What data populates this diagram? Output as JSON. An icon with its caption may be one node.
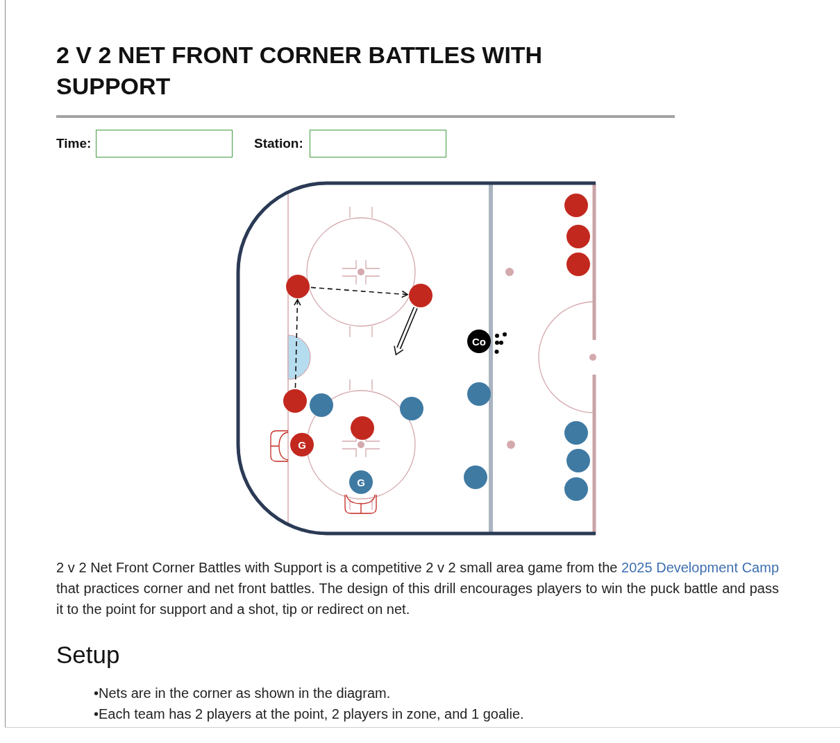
{
  "diagram": {
    "title": "2 V 2 NET FRONT CORNER BATTLES WITH SUPPORT",
    "nodes": [
      {
        "text": [],
        "shape": "circle"
      },
      {
        "text": [],
        "shape": "circle"
      },
      {
        "text": [],
        "shape": "circle"
      },
      {
        "text": [],
        "shape": "circle"
      },
      {
        "text": [],
        "shape": "circle"
      },
      {
        "text": [
          "Co"
        ]
      },
      {
        "text": [],
        "shape": "circle"
      },
      {
        "text": [],
        "shape": "circle"
      },
      {
        "text": [],
        "shape": "circle"
      },
      {
        "text": [],
        "shape": "circle"
      },
      {
        "text": [],
        "shape": "circle"
      },
      {
        "text": [],
        "shape": "circle"
      },
      {
        "text": [
          "G"
        ]
      },
      {
        "text": [],
        "shape": "circle"
      },
      {
        "text": [],
        "shape": "circle"
      },
      {
        "text": [
          "G"
        ]
      },
      {
        "text": [],
        "shape": "circle"
      }
    ],
    "edges": [
      {
        "from": 7,
        "to": 3,
        "arrow": "to",
        "style": "dashed"
      },
      {
        "from": 3,
        "to": 4,
        "arrow": "to",
        "style": "dashed"
      },
      {
        "from": 4,
        "to": null,
        "arrow": "to",
        "style": "thick"
      }
    ],
    "labels": [
      "Time:",
      "Station:",
      "2 v 2 Net Front Corner Battles with Support is a competitive 2 v 2 small area game from the",
      "2025 Development Camp",
      "that practices corner and net front battles. The design of this drill encourages players to win the puck battle and pass it to the point for support and a shot, tip or redirect on net.",
      "Setup",
      "•Nets are in the corner as shown in the diagram.",
      "•Each team has 2 players at the point, 2 players in zone, and 1 goalie."
    ]
  }
}
